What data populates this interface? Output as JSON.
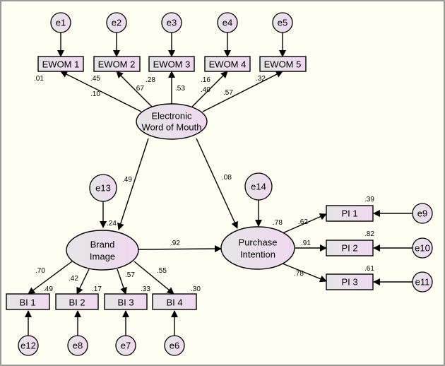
{
  "colors": {
    "background": "#fefef2",
    "frame": "#9a9a9a",
    "node_fill_light": "#e6e6e6",
    "node_fill_pink": "#f0d8f0",
    "stroke": "#000000"
  },
  "errors": [
    "e1",
    "e2",
    "e3",
    "e4",
    "e5",
    "e6",
    "e7",
    "e8",
    "e9",
    "e10",
    "e11",
    "e12",
    "e13",
    "e14"
  ],
  "indicators": {
    "ewom": [
      "EWOM 1",
      "EWOM 2",
      "EWOM 3",
      "EWOM 4",
      "EWOM 5"
    ],
    "bi": [
      "BI 1",
      "BI 2",
      "BI 3",
      "BI 4"
    ],
    "pi": [
      "PI 1",
      "PI 2",
      "PI 3"
    ]
  },
  "constructs": {
    "ewom": [
      "Electronic",
      "Word of Mouth"
    ],
    "bi": [
      "Brand",
      "Image"
    ],
    "pi": [
      "Purchase",
      "Intention"
    ]
  },
  "coefficients": {
    "ewom_r2": [
      ".01",
      ".10",
      ".28",
      ".40",
      ".32"
    ],
    "ewom_loadings": [
      ".45",
      ".67",
      ".53",
      ".16",
      ".57"
    ],
    "bi_r2": [
      ".49",
      ".17",
      ".33",
      ".30"
    ],
    "bi_loadings": [
      ".70",
      ".42",
      ".57",
      ".55"
    ],
    "pi_r2": [
      ".39",
      ".82",
      ".61"
    ],
    "pi_loadings": [
      ".62",
      ".91",
      ".78"
    ],
    "construct_r2": {
      "bi": ".24",
      "pi": ".78"
    },
    "paths": {
      "ewom_bi": ".49",
      "ewom_pi": ".08",
      "bi_pi": ".92"
    }
  }
}
